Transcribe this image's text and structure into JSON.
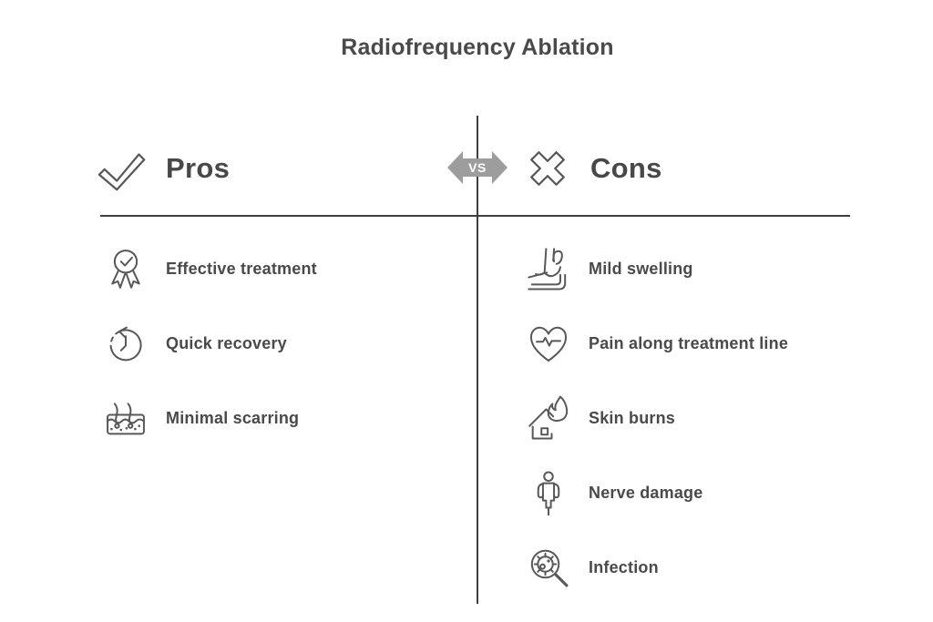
{
  "title": "Radiofrequency Ablation",
  "vs_label": "VS",
  "colors": {
    "background": "#ffffff",
    "text": "#4a4a4a",
    "line": "#3e3e3e",
    "icon_stroke": "#585858",
    "vs_badge_fill": "#9d9d9d",
    "vs_badge_text": "#ffffff"
  },
  "pros": {
    "heading": "Pros",
    "heading_icon": "check-icon",
    "items": [
      {
        "label": "Effective treatment",
        "icon": "medal-check-icon"
      },
      {
        "label": "Quick recovery",
        "icon": "history-clock-icon"
      },
      {
        "label": "Minimal scarring",
        "icon": "skin-layers-icon"
      }
    ]
  },
  "cons": {
    "heading": "Cons",
    "heading_icon": "x-cross-icon",
    "items": [
      {
        "label": "Mild swelling",
        "icon": "swollen-leg-massage-icon"
      },
      {
        "label": "Pain along treatment line",
        "icon": "heart-pulse-icon"
      },
      {
        "label": "Skin burns",
        "icon": "burning-house-icon"
      },
      {
        "label": "Nerve damage",
        "icon": "human-body-icon"
      },
      {
        "label": "Infection",
        "icon": "germ-magnifier-icon"
      }
    ]
  }
}
